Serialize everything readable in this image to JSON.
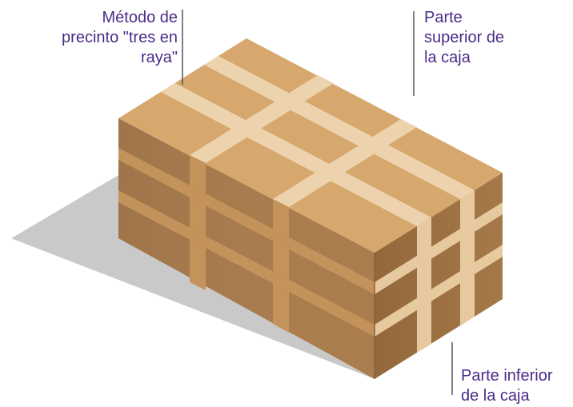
{
  "labels": {
    "method": "Método de\nprecinto \"tres en\nraya\"",
    "top": "Parte\nsuperior de\nla caja",
    "bottom": "Parte inferior\nde la caja"
  },
  "colors": {
    "label_text": "#4b2b8a",
    "leader_line": "#555555",
    "shadow": "#c9c9c9",
    "box_top": "#d7a86e",
    "box_left": "#a97d4e",
    "box_right": "#9b6e3f",
    "tape_top": "#ecd3ae",
    "tape_left": "#c3935b",
    "tape_right": "#e7c9a0"
  }
}
